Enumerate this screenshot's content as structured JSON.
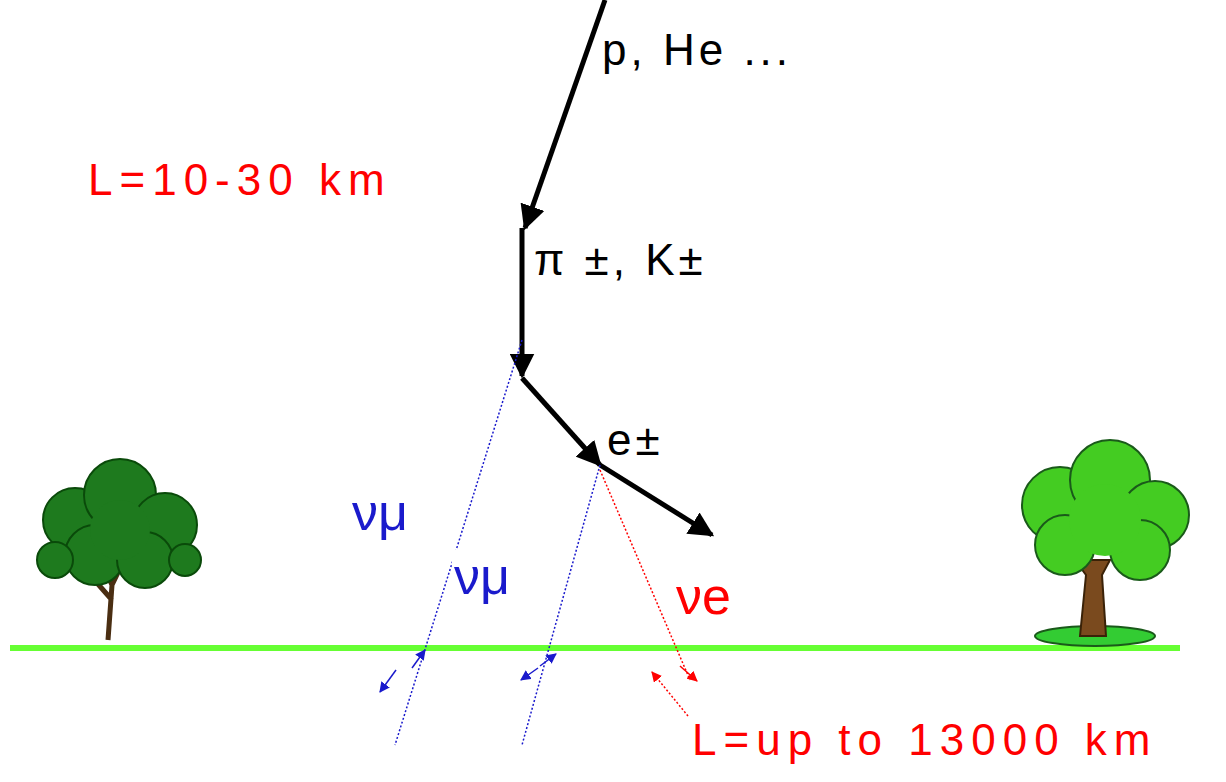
{
  "diagram": {
    "labels": [
      "p, He ...",
      "L=10-30 km",
      "π ±, K±",
      "e±",
      "νμ",
      "νμ",
      "νe",
      "L=up to 13000 km"
    ]
  }
}
